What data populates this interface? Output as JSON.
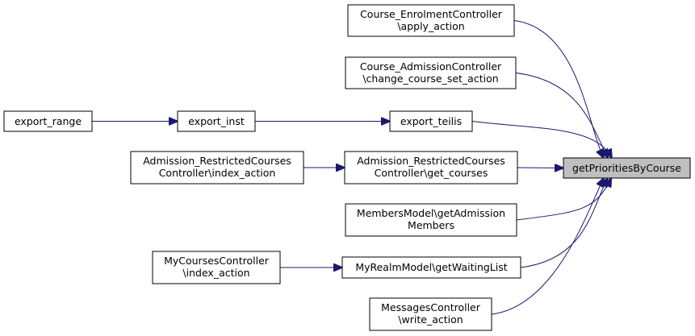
{
  "colors": {
    "edge": "#191970",
    "root_fill": "#bfbfbf",
    "node_fill": "#ffffff",
    "border": "#000000"
  },
  "nodes": {
    "root": {
      "lines": [
        "getPrioritiesByCourse"
      ]
    },
    "apply_action": {
      "lines": [
        "Course_EnrolmentController",
        "\\apply_action"
      ]
    },
    "change_course_set": {
      "lines": [
        "Course_AdmissionController",
        "\\change_course_set_action"
      ]
    },
    "export_teilis": {
      "lines": [
        "export_teilis"
      ]
    },
    "export_inst": {
      "lines": [
        "export_inst"
      ]
    },
    "export_range": {
      "lines": [
        "export_range"
      ]
    },
    "get_courses": {
      "lines": [
        "Admission_RestrictedCourses",
        "Controller\\get_courses"
      ]
    },
    "index_action_admission": {
      "lines": [
        "Admission_RestrictedCourses",
        "Controller\\index_action"
      ]
    },
    "get_admission_members": {
      "lines": [
        "MembersModel\\getAdmission",
        "Members"
      ]
    },
    "get_waiting_list": {
      "lines": [
        "MyRealmModel\\getWaitingList"
      ]
    },
    "index_action_mycourses": {
      "lines": [
        "MyCoursesController",
        "\\index_action"
      ]
    },
    "write_action": {
      "lines": [
        "MessagesController",
        "\\write_action"
      ]
    }
  },
  "edges": [
    [
      "apply_action",
      "root"
    ],
    [
      "change_course_set",
      "root"
    ],
    [
      "export_teilis",
      "root"
    ],
    [
      "get_courses",
      "root"
    ],
    [
      "get_admission_members",
      "root"
    ],
    [
      "get_waiting_list",
      "root"
    ],
    [
      "write_action",
      "root"
    ],
    [
      "export_inst",
      "export_teilis"
    ],
    [
      "export_range",
      "export_inst"
    ],
    [
      "index_action_admission",
      "get_courses"
    ],
    [
      "index_action_mycourses",
      "get_waiting_list"
    ]
  ]
}
